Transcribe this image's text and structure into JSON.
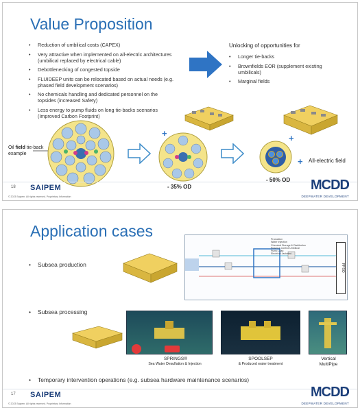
{
  "slide1": {
    "title": "Value Proposition",
    "bullets": [
      "Reduction of umbilical costs (CAPEX)",
      "Very attractive when implemented on all-electric architectures (umbilical replaced by electrical cable)",
      "Debottlenecking of congested topside",
      "FLUIDEEP units can be relocated based on actual needs (e.g. phased field development scenarios)",
      "No chemicals handling and dedicated personnel on the topsides (increased Safety)",
      "Less energy to pump fluids on long tie-backs scenarios (Improved Carbon Footprint)"
    ],
    "unlock_title": "Unlocking of opportunities for",
    "unlock_items": [
      "Longer tie-backs",
      "Brownfields EOR (supplement existing umbilicals)",
      "Marginal fields"
    ],
    "oil_field_pre": "Oil ",
    "oil_field_bold": "field",
    "oil_field_post": " tie-back example",
    "od_35": "- 35% OD",
    "od_50": "- 50% OD",
    "all_electric": "All-electric field",
    "page_number": "18",
    "company": "SAIPEM",
    "copyright": "© 2023 Saipem. All rights reserved. Proprietary Information",
    "brand": "MCDD",
    "brand_sub": "DEEPWATER DEVELOPMENT",
    "colors": {
      "title": "#2a6fb5",
      "arrow": "#2f74c4",
      "yellow": "#e8c640",
      "navy": "#1c3f7a"
    }
  },
  "slide2": {
    "title": "Application cases",
    "bullets": [
      "Subsea production",
      "Subsea processing",
      "Temporary intervention operations (e.g. subsea hardware maintenance scenarios)"
    ],
    "diagram_legend": [
      "Production",
      "Water Injection",
      "Chemical Storage & Distribution",
      "Power & Control Umbilical",
      "Pump Load",
      "Electrical Jacketed"
    ],
    "fpso_label": "FPSO",
    "springs_label": "SPRINGS®",
    "springs_sub": "Sea Water Desulfation & Injection",
    "spoolsep_label": "SPOOLSEP",
    "spoolsep_sub": "& Produced water treatment",
    "vertical_label": "Vertical",
    "vertical_sub": "MultiPipe",
    "page_number": "17",
    "company": "SAIPEM",
    "copyright": "© 2023 Saipem. All rights reserved. Proprietary Information",
    "brand": "MCDD",
    "brand_sub": "DEEPWATER DEVELOPMENT"
  }
}
